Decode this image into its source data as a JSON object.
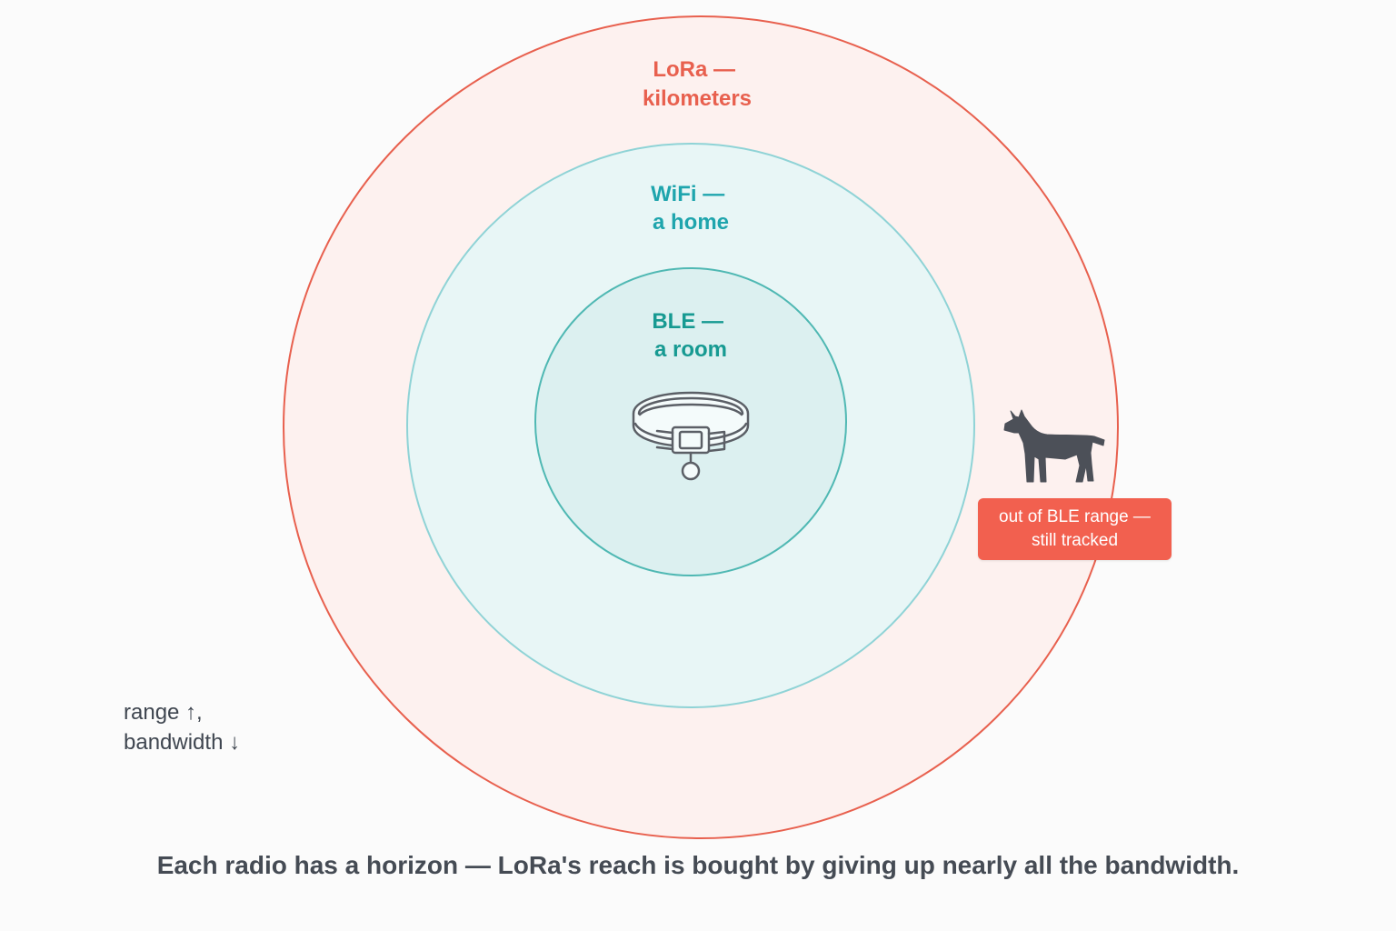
{
  "rings": {
    "lora": {
      "line1": "LoRa —",
      "line2": "kilometers",
      "stroke": "#e8604e",
      "fill": "#fdf1ef",
      "text_color": "#e8604e"
    },
    "wifi": {
      "line1": "WiFi —",
      "line2": "a home",
      "stroke": "#8fd3d6",
      "fill": "#e8f6f6",
      "text_color": "#1fa5ad"
    },
    "ble": {
      "line1": "BLE —",
      "line2": "a room",
      "stroke": "#4fb8b3",
      "fill": "#dcf0f0",
      "text_color": "#179a92"
    }
  },
  "icons": {
    "center": "collar-icon",
    "roaming": "dog-icon"
  },
  "status_badge": {
    "line1": "out of BLE range —",
    "line2": "still tracked",
    "color": "#f2604f"
  },
  "tradeoff_note": {
    "line1": "range ↑,",
    "line2": "bandwidth ↓"
  },
  "caption": "Each radio has a horizon — LoRa's reach is bought by giving up nearly all the bandwidth."
}
